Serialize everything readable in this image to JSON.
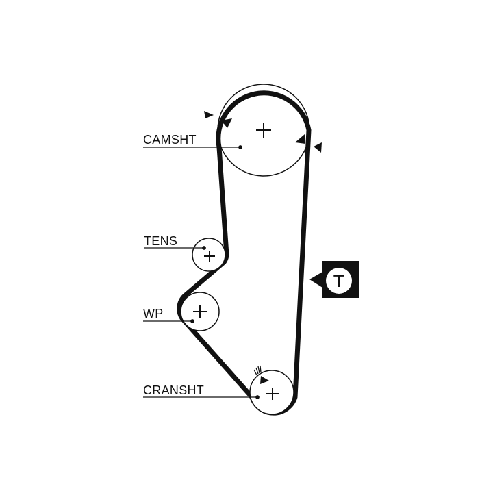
{
  "labels": {
    "camshaft": "CAMSHT",
    "tensioner": "TENS",
    "water_pump": "WP",
    "crankshaft": "CRANSHT"
  },
  "tensioner_marker": {
    "letter": "T"
  },
  "icons": [
    "timing-mark-icon",
    "tensioner-t-icon",
    "center-cross-icon"
  ],
  "colors": {
    "ink": "#111111",
    "background": "#ffffff"
  }
}
